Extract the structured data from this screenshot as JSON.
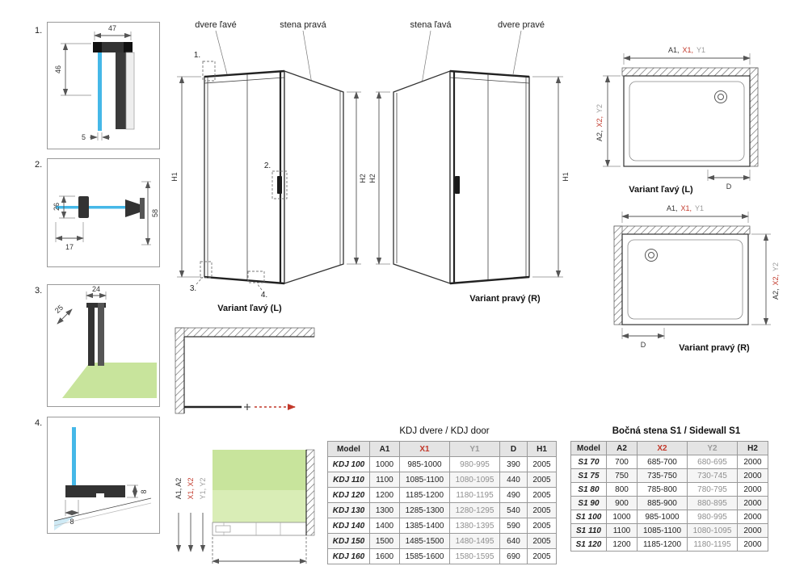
{
  "details": [
    {
      "num": "1.",
      "dim_top": "47",
      "dim_left": "46",
      "dim_small": "5"
    },
    {
      "num": "2.",
      "dim_left": "26",
      "dim_bottom": "17",
      "dim_right": "58"
    },
    {
      "num": "3.",
      "dim_top": "24",
      "dim_diag": "25"
    },
    {
      "num": "4.",
      "dim_right": "8",
      "dim_bottom": "8"
    }
  ],
  "front_left": {
    "door_label": "dvere ľavé",
    "wall_label": "stena pravá",
    "dim_left": "H1",
    "dim_right": "H2",
    "marker1": "1.",
    "marker2": "2.",
    "marker3": "3.",
    "marker4": "4.",
    "caption": "Variant ľavý (L)"
  },
  "front_right": {
    "wall_label": "stena ľavá",
    "door_label": "dvere pravé",
    "dim_left": "H2",
    "dim_right": "H1",
    "caption": "Variant pravý (R)"
  },
  "plan_left": {
    "top_a": "A1,",
    "top_x": "X1,",
    "top_y": "Y1",
    "side_a": "A2,",
    "side_x": "X2,",
    "side_y": "Y2",
    "d_label": "D",
    "caption": "Variant ľavý (L)"
  },
  "plan_right": {
    "top_a": "A1,",
    "top_x": "X1,",
    "top_y": "Y1",
    "side_a": "A2,",
    "side_x": "X2,",
    "side_y": "Y2",
    "d_label": "D",
    "caption": "Variant pravý (R)"
  },
  "corner_detail": {
    "label_a": "A1, A2",
    "label_x": "X1, X2",
    "label_y": "Y1, Y2"
  },
  "table_kdj": {
    "title": "KDJ dvere / KDJ door",
    "headers": [
      "Model",
      "A1",
      "X1",
      "Y1",
      "D",
      "H1"
    ],
    "rows": [
      [
        "KDJ 100",
        "1000",
        "985-1000",
        "980-995",
        "390",
        "2005"
      ],
      [
        "KDJ 110",
        "1100",
        "1085-1100",
        "1080-1095",
        "440",
        "2005"
      ],
      [
        "KDJ 120",
        "1200",
        "1185-1200",
        "1180-1195",
        "490",
        "2005"
      ],
      [
        "KDJ 130",
        "1300",
        "1285-1300",
        "1280-1295",
        "540",
        "2005"
      ],
      [
        "KDJ 140",
        "1400",
        "1385-1400",
        "1380-1395",
        "590",
        "2005"
      ],
      [
        "KDJ 150",
        "1500",
        "1485-1500",
        "1480-1495",
        "640",
        "2005"
      ],
      [
        "KDJ 160",
        "1600",
        "1585-1600",
        "1580-1595",
        "690",
        "2005"
      ]
    ]
  },
  "table_s1": {
    "title": "Bočná stena S1 / Sidewall S1",
    "headers": [
      "Model",
      "A2",
      "X2",
      "Y2",
      "H2"
    ],
    "rows": [
      [
        "S1 70",
        "700",
        "685-700",
        "680-695",
        "2000"
      ],
      [
        "S1 75",
        "750",
        "735-750",
        "730-745",
        "2000"
      ],
      [
        "S1 80",
        "800",
        "785-800",
        "780-795",
        "2000"
      ],
      [
        "S1 90",
        "900",
        "885-900",
        "880-895",
        "2000"
      ],
      [
        "S1 100",
        "1000",
        "985-1000",
        "980-995",
        "2000"
      ],
      [
        "S1 110",
        "1100",
        "1085-1100",
        "1080-1095",
        "2000"
      ],
      [
        "S1 120",
        "1200",
        "1185-1200",
        "1180-1195",
        "2000"
      ]
    ]
  },
  "colors": {
    "red": "#c2382a",
    "gray": "#9a9a9a",
    "glass_blue": "#45b8e8",
    "floor_green": "#c8e49c"
  }
}
